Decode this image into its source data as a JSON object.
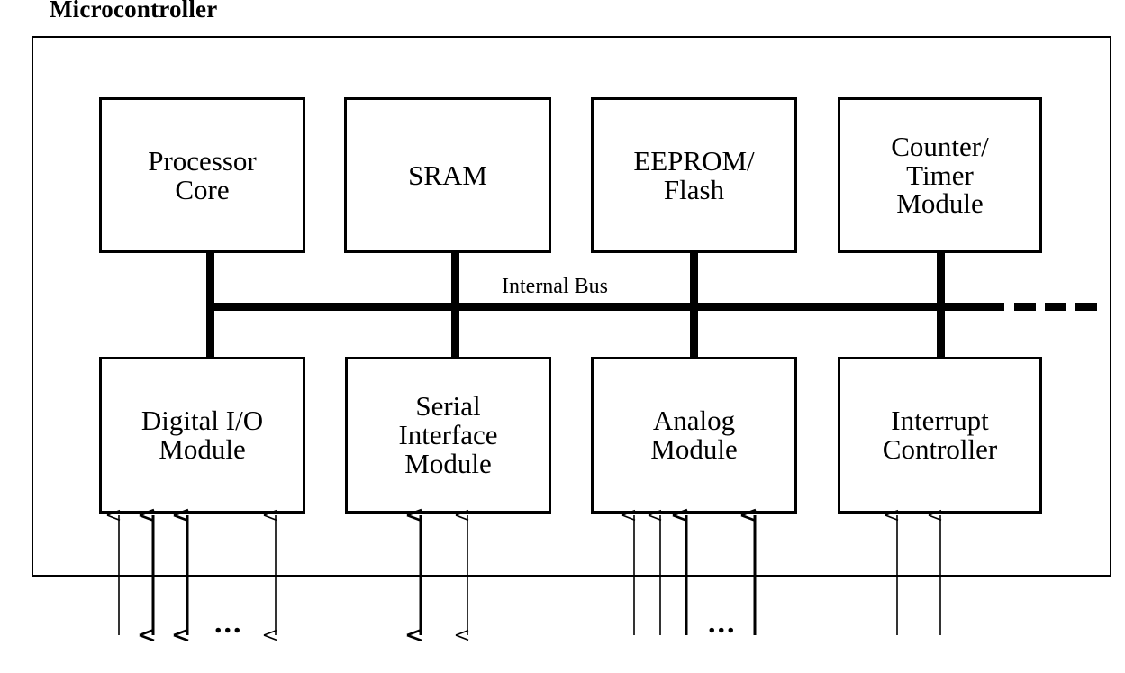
{
  "title": "Microcontroller",
  "bus": {
    "label": "Internal Bus",
    "color": "#000000",
    "dash_count": 3,
    "continuation": "dashed"
  },
  "colors": {
    "stroke": "#000000",
    "background": "#ffffff"
  },
  "ellipsis": {
    "digital_io": "...",
    "analog": "..."
  },
  "diagram_data": {
    "type": "block-diagram",
    "outer_block": "Microcontroller",
    "bus_name": "Internal Bus",
    "top_row": [
      {
        "label": "Processor Core",
        "lines": [
          "Processor",
          "Core"
        ]
      },
      {
        "label": "SRAM",
        "lines": [
          "SRAM"
        ]
      },
      {
        "label": "EEPROM/ Flash",
        "lines": [
          "EEPROM/",
          "Flash"
        ]
      },
      {
        "label": "Counter/ Timer Module",
        "lines": [
          "Counter/",
          "Timer",
          "Module"
        ]
      }
    ],
    "bottom_row": [
      {
        "label": "Digital I/O Module",
        "lines": [
          "Digital I/O",
          "Module"
        ],
        "external_pins": 4,
        "pin_directions": [
          "in",
          "bidirectional",
          "bidirectional",
          "bidirectional"
        ],
        "has_ellipsis": true
      },
      {
        "label": "Serial Interface Module",
        "lines": [
          "Serial",
          "Interface",
          "Module"
        ],
        "external_pins": 2,
        "pin_directions": [
          "bidirectional",
          "bidirectional"
        ],
        "has_ellipsis": false
      },
      {
        "label": "Analog Module",
        "lines": [
          "Analog",
          "Module"
        ],
        "external_pins": 4,
        "pin_directions": [
          "in",
          "in",
          "in",
          "in"
        ],
        "has_ellipsis": true
      },
      {
        "label": "Interrupt Controller",
        "lines": [
          "Interrupt",
          "Controller"
        ],
        "external_pins": 2,
        "pin_directions": [
          "in",
          "in"
        ],
        "has_ellipsis": false
      }
    ]
  },
  "boxes": {
    "processor_core": {
      "l1": "Processor",
      "l2": "Core"
    },
    "sram": {
      "l1": "SRAM"
    },
    "eeprom_flash": {
      "l1": "EEPROM/",
      "l2": "Flash"
    },
    "counter_timer": {
      "l1": "Counter/",
      "l2": "Timer",
      "l3": "Module"
    },
    "digital_io": {
      "l1": "Digital I/O",
      "l2": "Module"
    },
    "serial_interface": {
      "l1": "Serial",
      "l2": "Interface",
      "l3": "Module"
    },
    "analog": {
      "l1": "Analog",
      "l2": "Module"
    },
    "interrupt_controller": {
      "l1": "Interrupt",
      "l2": "Controller"
    }
  }
}
